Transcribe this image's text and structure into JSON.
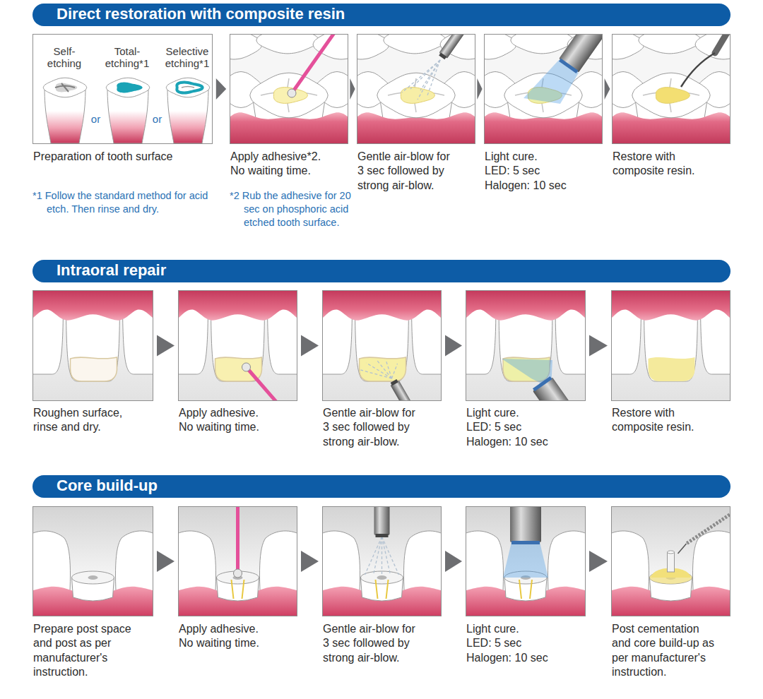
{
  "diagram": {
    "nodes": [
      {
        "text": [
          "Direct restoration with composite resin"
        ]
      },
      {
        "text": [
          "Preparation of tooth surface"
        ]
      },
      {
        "text": [
          "Apply adhesive*2. No waiting time."
        ]
      },
      {
        "text": [
          "Gentle air-blow for 3 sec followed by strong air-blow."
        ]
      },
      {
        "text": [
          "Light cure.",
          "LED: 5 sec",
          "Halogen: 10 sec"
        ]
      },
      {
        "text": [
          "Restore with composite resin."
        ]
      },
      {
        "text": [
          "Intraoral repair"
        ]
      },
      {
        "text": [
          "Roughen surface, rinse and dry."
        ]
      },
      {
        "text": [
          "Apply adhesive. No waiting time."
        ]
      },
      {
        "text": [
          "Gentle air-blow for 3 sec followed by strong air-blow."
        ]
      },
      {
        "text": [
          "Light cure.",
          "LED: 5 sec",
          "Halogen: 10 sec"
        ]
      },
      {
        "text": [
          "Restore with composite resin."
        ]
      },
      {
        "text": [
          "Core build-up"
        ]
      },
      {
        "text": [
          "Prepare post space and post as per manufacturer's instruction."
        ]
      },
      {
        "text": [
          "Apply adhesive. No waiting time."
        ]
      },
      {
        "text": [
          "Gentle air-blow for 3 sec followed by strong air-blow."
        ]
      },
      {
        "text": [
          "Light cure.",
          "LED: 5 sec",
          "Halogen: 10 sec"
        ]
      },
      {
        "text": [
          "Post cementation and core build-up as per manufacturer's instruction."
        ]
      }
    ],
    "edges": [
      {
        "from": 1,
        "to": 2,
        "arrow": "to"
      },
      {
        "from": 2,
        "to": 3,
        "arrow": "to"
      },
      {
        "from": 3,
        "to": 4,
        "arrow": "to"
      },
      {
        "from": 4,
        "to": 5,
        "arrow": "to"
      },
      {
        "from": 7,
        "to": 8,
        "arrow": "to"
      },
      {
        "from": 8,
        "to": 9,
        "arrow": "to"
      },
      {
        "from": 9,
        "to": 10,
        "arrow": "to"
      },
      {
        "from": 10,
        "to": 11,
        "arrow": "to"
      },
      {
        "from": 13,
        "to": 14,
        "arrow": "to"
      },
      {
        "from": 14,
        "to": 15,
        "arrow": "to"
      },
      {
        "from": 15,
        "to": 16,
        "arrow": "to"
      },
      {
        "from": 16,
        "to": 17,
        "arrow": "to"
      }
    ],
    "labels": [
      "Self-etching",
      "Total-etching*1",
      "Selective etching*1",
      "or",
      "or",
      "*1 Follow the standard method for acid etch. Then rinse and dry.",
      "*2 Rub the adhesive for 20 sec on phosphoric acid etched tooth surface."
    ]
  }
}
